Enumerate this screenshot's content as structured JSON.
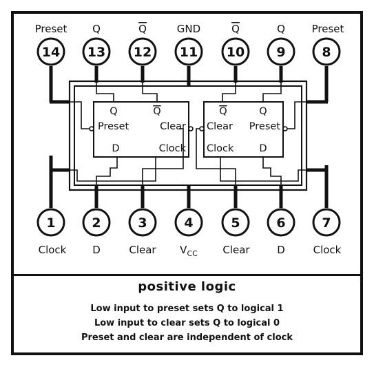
{
  "top_pins": [
    {
      "number": "14",
      "label": "Preset",
      "overline": false
    },
    {
      "number": "13",
      "label": "Q",
      "overline": false
    },
    {
      "number": "12",
      "label": "Q",
      "overline": true
    },
    {
      "number": "11",
      "label": "GND",
      "overline": false
    },
    {
      "number": "10",
      "label": "Q",
      "overline": true
    },
    {
      "number": "9",
      "label": "Q",
      "overline": false
    },
    {
      "number": "8",
      "label": "Preset",
      "overline": false
    }
  ],
  "bottom_pins": [
    {
      "number": "1",
      "label": "Clock"
    },
    {
      "number": "2",
      "label": "D"
    },
    {
      "number": "3",
      "label": "Clear"
    },
    {
      "number": "4",
      "label": "V",
      "subscript": "CC"
    },
    {
      "number": "5",
      "label": "Clear"
    },
    {
      "number": "6",
      "label": "D"
    },
    {
      "number": "7",
      "label": "Clock"
    }
  ],
  "flip_flop_left": {
    "q": "Q",
    "qbar": "Q",
    "preset": "Preset",
    "clear": "Clear",
    "d": "D",
    "clock": "Clock"
  },
  "flip_flop_right": {
    "qbar": "Q",
    "q": "Q",
    "clear": "Clear",
    "preset": "Preset",
    "clock": "Clock",
    "d": "D"
  },
  "notes": {
    "title": "positive logic",
    "lines": [
      "Low input to preset sets Q to logical 1",
      "Low input to clear sets Q to logical 0",
      "Preset and clear are independent of clock"
    ]
  }
}
